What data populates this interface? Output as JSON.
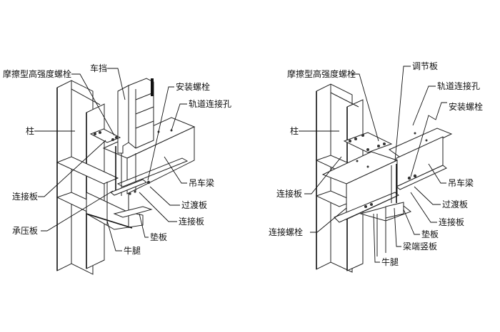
{
  "figures": [
    {
      "id": "left",
      "title": "",
      "labels": {
        "friction_bolt": "摩擦型高强度螺栓",
        "car_stop": "车挡",
        "install_bolt": "安装螺栓",
        "rail_hole": "轨道连接孔",
        "column": "柱",
        "connect_plate": "连接板",
        "bearing_plate": "承压板",
        "crane_beam": "吊车梁",
        "transition_plate": "过渡板",
        "connect_plate_2": "连接板",
        "shim_plate": "垫板",
        "bracket": "牛腿"
      }
    },
    {
      "id": "right",
      "title": "",
      "labels": {
        "friction_bolt": "摩擦型高强度螺栓",
        "adjust_plate": "调节板",
        "rail_hole": "轨道连接孔",
        "install_bolt": "安装螺栓",
        "column": "柱",
        "connect_plate": "连接板",
        "connect_bolt": "连接螺栓",
        "crane_beam": "吊车梁",
        "transition_plate": "过渡板",
        "connect_plate_2": "连接板",
        "shim_plate": "垫板",
        "beam_end_plate": "梁端竖板",
        "bracket": "牛腿"
      }
    }
  ]
}
